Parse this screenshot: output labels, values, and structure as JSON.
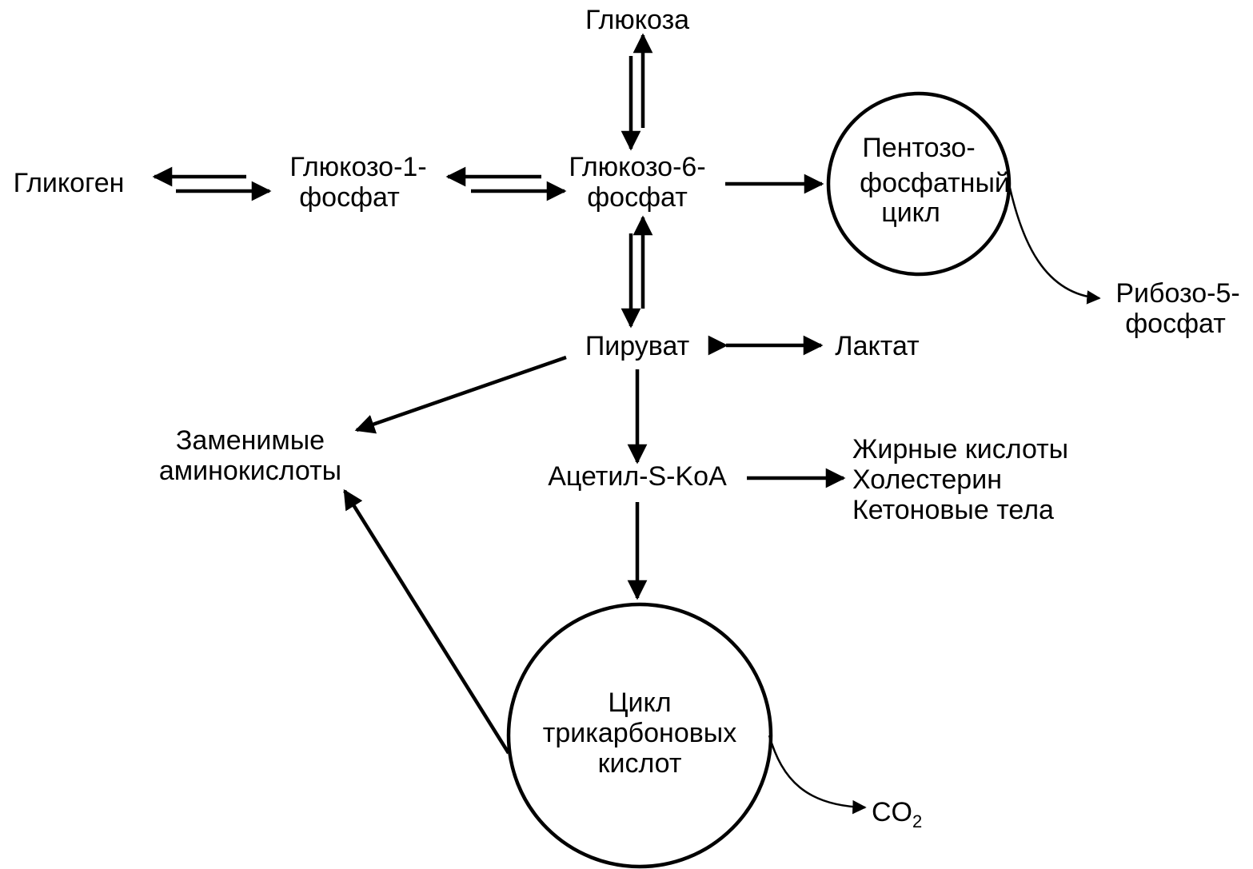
{
  "nodes": {
    "glucose": "Глюкоза",
    "glycogen": "Гликоген",
    "g1p": [
      "Глюкозо-1-",
      "фосфат"
    ],
    "g6p": [
      "Глюкозо-6-",
      "фосфат"
    ],
    "ppp": [
      "Пентозо-",
      "фосфатный",
      "цикл"
    ],
    "ribose": [
      "Рибозо-5-",
      "фосфат"
    ],
    "pyruvate": "Пируват",
    "lactate": "Лактат",
    "amino": [
      "Заменимые",
      "аминокислоты"
    ],
    "acetyl": "Ацетил-S-KoA",
    "products": [
      "Жирные кислоты",
      "Холестерин",
      "Кетоновые тела"
    ],
    "tca": [
      "Цикл",
      "трикарбоновых",
      "кислот"
    ],
    "co2_main": "CO",
    "co2_sub": "2"
  }
}
